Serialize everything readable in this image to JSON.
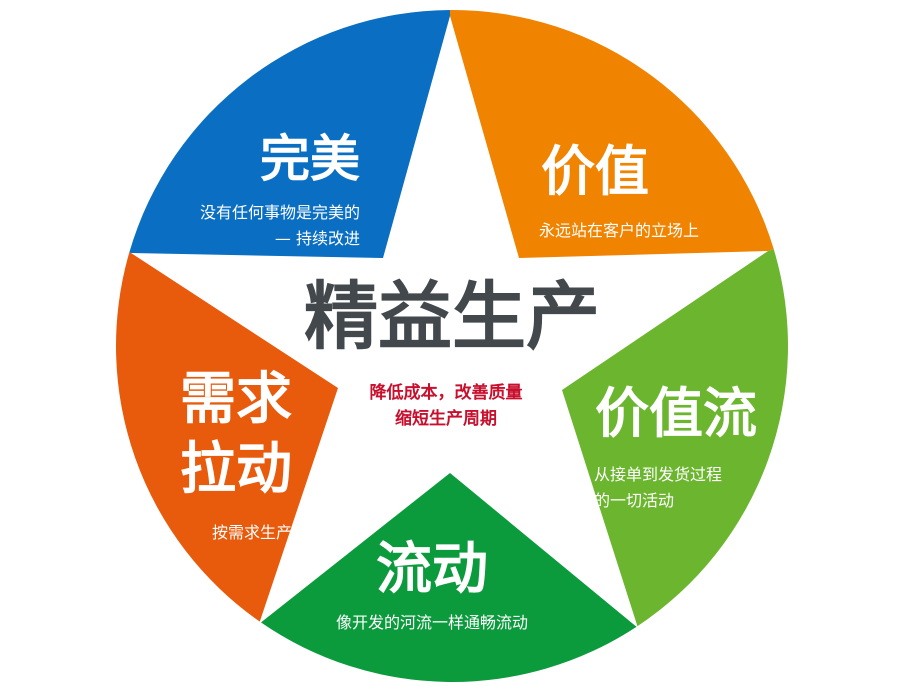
{
  "center": {
    "title": "精益生产",
    "subtitle_line1": "降低成本，改善质量",
    "subtitle_line2": "缩短生产周期"
  },
  "segments": [
    {
      "title": "完美",
      "desc_line1": "没有任何事物是完美的",
      "desc_line2": "— 持续改进",
      "color": "#0a6fc2"
    },
    {
      "title": "价值",
      "desc_line1": "永远站在客户的立场上",
      "color": "#f08300"
    },
    {
      "title": "价值流",
      "desc_line1": "从接单到发货过程",
      "desc_line2": "的一切活动",
      "color": "#6cb52f"
    },
    {
      "title": "流动",
      "desc_line1": "像开发的河流一样通畅流动",
      "color": "#0b9a3c"
    },
    {
      "title_line1": "需求",
      "title_line2": "拉动",
      "desc_line1": "按需求生产",
      "color": "#e85a0c"
    }
  ],
  "colors": {
    "title": "#43484d",
    "subtitle": "#c8102e",
    "star": "#ffffff"
  }
}
